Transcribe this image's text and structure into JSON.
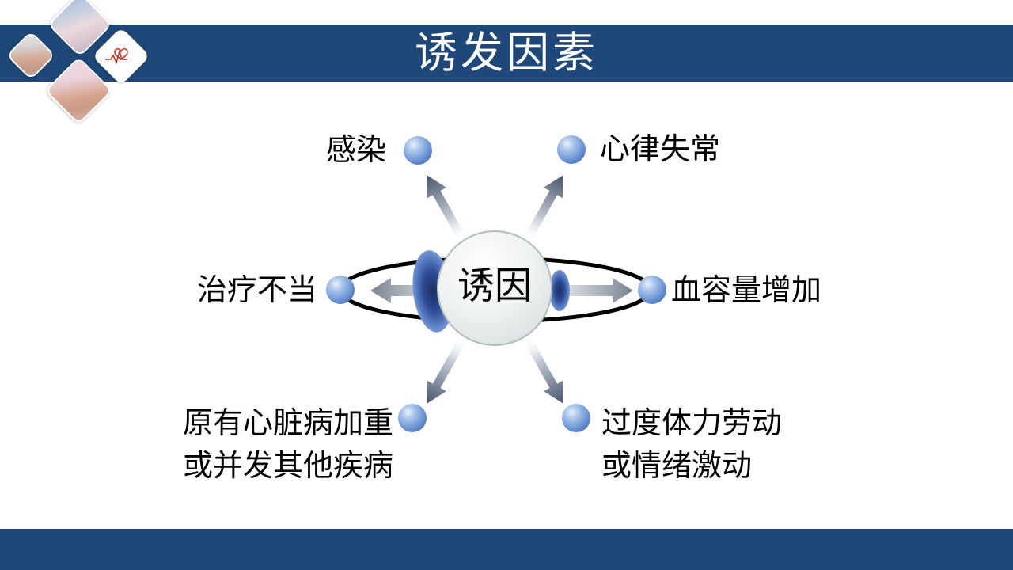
{
  "slide": {
    "title": "诱发因素",
    "center_label": "诱因",
    "factors": [
      {
        "position": "top-left",
        "label": "感染"
      },
      {
        "position": "top-right",
        "label": "心律失常"
      },
      {
        "position": "left",
        "label": "治疗不当"
      },
      {
        "position": "right",
        "label": "血容量增加"
      },
      {
        "position": "bottom-left",
        "label": "原有心脏病加重\n或并发其他疾病"
      },
      {
        "position": "bottom-right",
        "label": "过度体力劳动\n或情绪激动"
      }
    ],
    "corner_photos": [
      {
        "name": "nurse-with-mask-photo"
      },
      {
        "name": "woman-with-cap-photo"
      },
      {
        "name": "hands-heart-ecg-photo"
      },
      {
        "name": "baby-photo"
      }
    ],
    "colors": {
      "banner_blue": "#1F4878",
      "node_blue": "#4F7AC4",
      "arrow_dark_gray": "#4C586C",
      "orbit_black": "#000000",
      "sphere_gray": "#E8ECEC",
      "text_black": "#000000",
      "title_white": "#FFFFFF",
      "ecg_red": "#C0392B"
    }
  }
}
